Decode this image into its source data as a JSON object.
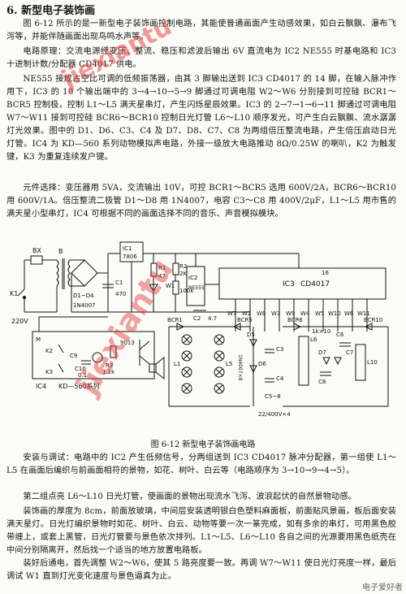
{
  "heading": "6. 新型电子装饰画",
  "paragraphs": [
    "图 6-12 所示的是一新型电子装饰画控制电路，其能使普通画面产生动感效果，如白云飘飘、瀑布飞泻等，并能伴随画面出现鸟鸣水声等。",
    "电路原理：交流电源经变压、整流、稳压和滤波后输出 6V 直流电为 IC2 NE555 时基电路和 IC3 十进制计数/分配器 CD4017 供电。",
    "NE555 接成占空比可调的低频振荡器，由其 3 脚输出送到 IC3 CD4017 的 14 脚，在输入脉冲作用下，IC3 的 10 个输出端中的 3→4→10→5→9 脚通过可调电阻 W2～W6 分别接到可控硅 BCR1～BCR5 控制极，控制 L1～L5 满天星串灯，产生闪烁星辰效果。IC3 的 2→7→1→6→11 脚通过可调电阻 W7～W11 接到可控硅 BCR6～BCR10 控制日光灯管 L6～L10 顺序发光，可产生白云飘飘、流水潺潺灯光效果。图中的 D1、D6、C3、C4 及 D7、D8、C7、C8 为两组倍压整流电路，产生倍压启动日光灯管。IC4 为 KD—560 系列动物模拟声电路，外接一级放大电路推动 8Ω/0.25W 的喇叭，K2 为触发键，K3 为重复连续发户键。",
    "元件选择：变压器用 5VA，交流输出 10V，可控 BCR1～BCR5 选用 600V/2A，BCR6～BCR10 用 600V/1A。倍压整流二极管 D1～D8 用 1N4007，电容 C3～C8 用 400V/2μF，L1～L5 用市售的满天星小型串灯，IC4 可根据不同的画面选择不同的音乐、声音模拟模块。"
  ],
  "caption": "图 6-12   新型电子装饰画电路",
  "paragraphs_bottom": [
    "安装与调试：电路中的 IC2 产生低频信号，分两组送到 IC3 CD4017 脉冲分配器，第一组使 L1～L5 在画面后编织与前画面相符的景物，如花、树叶、白云等（电路顺序为 3→10→9→4→5）。",
    "第二组点亮 L6～L10 日光灯管，使画面的景物出现流水飞泻、波浪起伏的自然景物动感。",
    "装饰画的厚度为 8cm，前面放玻璃，中间层安装透明银白色塑料麻面板，前面贴风景画，板后面安装满天星灯。日光灯编织景物时如花、树叶、白云、动物等要一次一篆完成，如有多余的串灯，可用黑色胶带缠上，或套上黑管，日光灯管要与景色依次排列。L1～L5、L6～L10 各自之间的光源要用黑色纸壳在中间分别隔离开，然后找一个适当的地方放置电路板。",
    "装好后通电，首先调整 W2～W6，使其 5 路亮度要一致。再调 W7～W11 使日光灯亮度一样，最后调试 W1 直到灯光变化速度与景色逼真为止。"
  ],
  "watermark": "jiexiantu",
  "watermark2": "jiexiantu",
  "logo": "电子爱好者",
  "circuit": {
    "labels": {
      "bx": "BX",
      "k1": "K1",
      "v220": "220V",
      "b": "B",
      "d1d4": "D1~D4",
      "in4007": "1N4007",
      "ic1": "IC1",
      "ic1_part": "7806",
      "c1": "C1",
      "c1_val": "470",
      "r1": "R1",
      "r1_val": "47",
      "r2": "R2",
      "r2_val": "2K",
      "w1": "W1",
      "w1_val": "100k",
      "ic2": "IC2",
      "ic2_part": "NE555",
      "c2": "C2",
      "c2_val": "4.7",
      "ic3": "IC3",
      "ic3_part": "CD4017",
      "pin16": "16",
      "w7": "W7",
      "w2": "W2",
      "w8": "W8",
      "w3": "W3",
      "w9": "W9",
      "w4": "W4",
      "w5": "W5",
      "w10": "W10",
      "w6": "W6",
      "w11": "W11",
      "k2": "K2",
      "k3": "K3",
      "m": "M",
      "c9": "C9",
      "r3": "R3",
      "r3_val": "1.2k",
      "c10": "C10",
      "c10_val": "0.1",
      "t9013": "9013",
      "ic4": "IC4",
      "ic4_part": "KD—560系列",
      "bcr1": "BCR1",
      "bcr5": "BCR5",
      "bcr6": "BCR6",
      "bcr10": "BCR10",
      "l1": "L1",
      "l5": "L5",
      "l6": "L6",
      "l10": "L10",
      "d5": "D5",
      "d6": "D6",
      "d7": "D7",
      "c3": "C3",
      "c4": "C4",
      "c6": "C6",
      "c7": "C7",
      "c8": "C8",
      "c5_8": "C5~8",
      "cap_val": "22/400V×4",
      "r1k": "1k×10",
      "n1n4007": "1N4007×8"
    }
  }
}
